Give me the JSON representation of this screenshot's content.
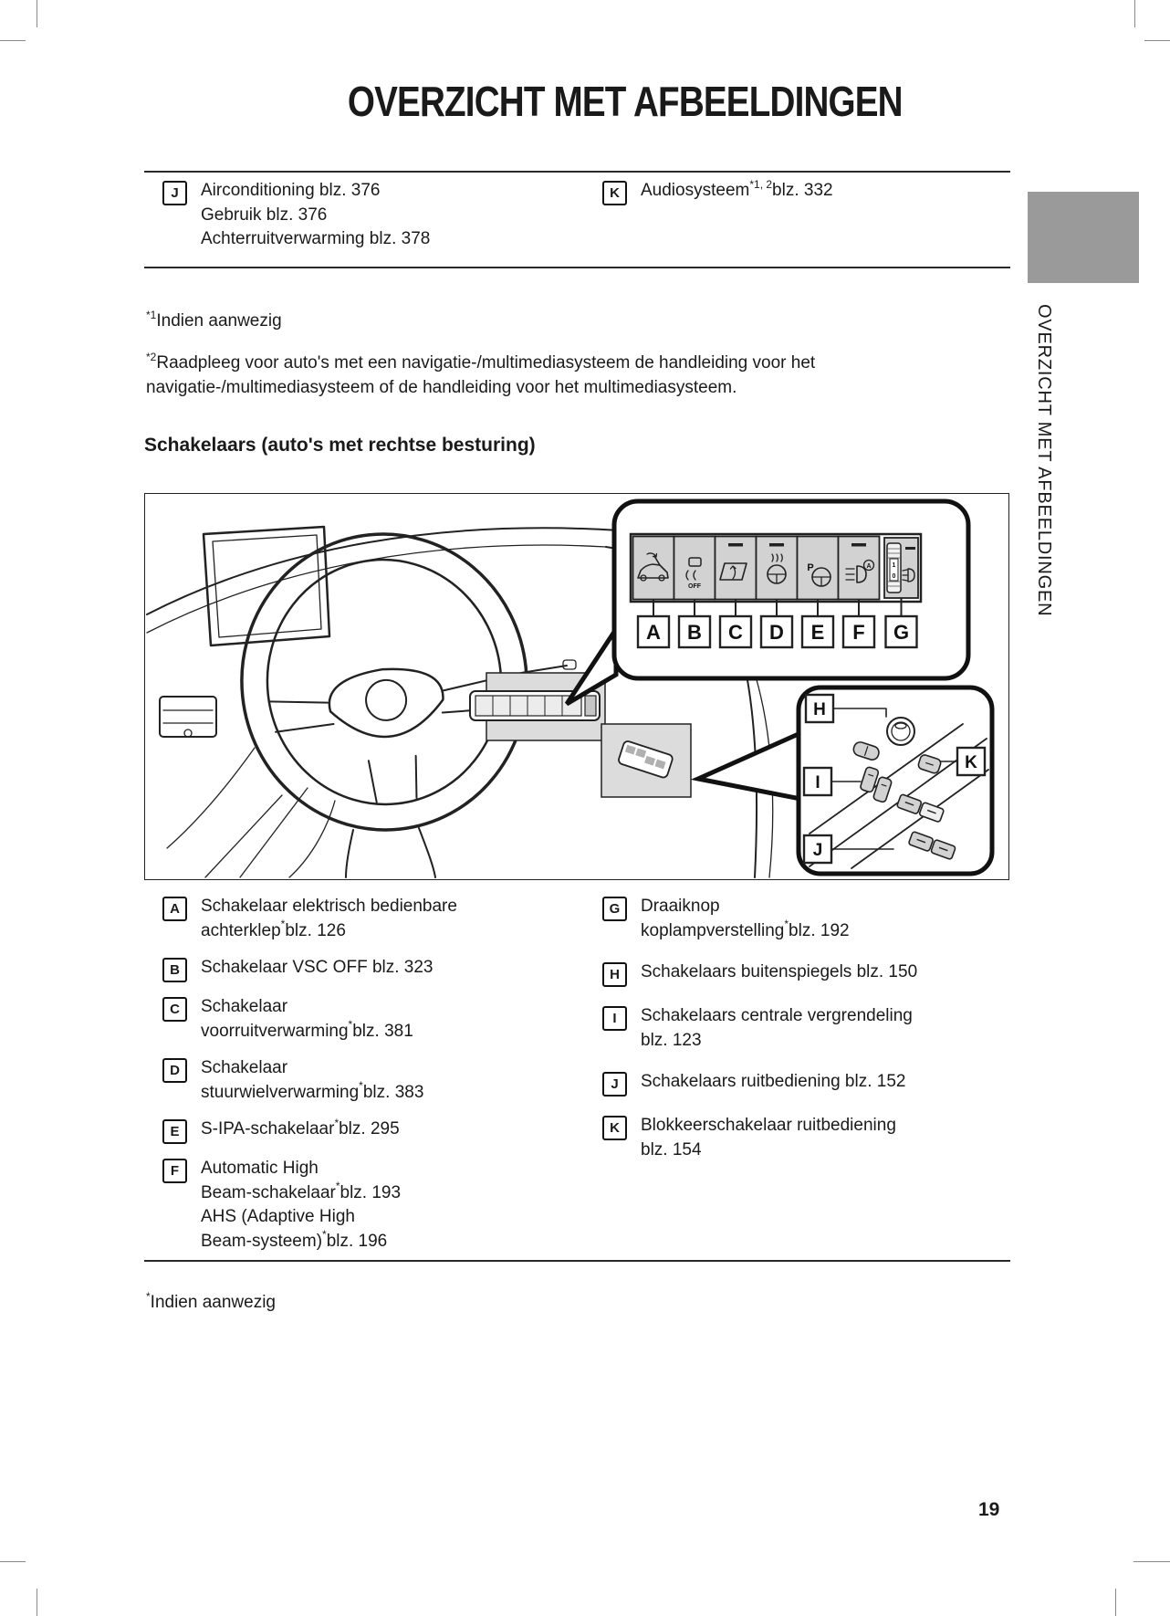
{
  "page": {
    "title": "OVERZICHT MET AFBEELDINGEN",
    "sidebar_text": "OVERZICHT MET AFBEELDINGEN",
    "section_heading": "Schakelaars (auto's met rechtse besturing)",
    "page_number": "19"
  },
  "top_items": [
    {
      "label": "J",
      "lines": [
        [
          {
            "t": "Airconditioning blz. 376"
          }
        ],
        [
          {
            "t": "Gebruik blz. 376"
          }
        ],
        [
          {
            "t": "Achterruitverwarming blz. 378"
          }
        ]
      ]
    },
    {
      "label": "K",
      "lines": [
        [
          {
            "t": "Audiosysteem"
          },
          {
            "sup": "*1, 2"
          },
          {
            "t": "blz. 332"
          }
        ]
      ]
    }
  ],
  "footnotes": [
    {
      "sup": "*1",
      "lines": [
        "Indien aanwezig"
      ]
    },
    {
      "sup": "*2",
      "lines": [
        "Raadpleeg voor auto's met een navigatie-/multimediasysteem de handleiding voor het",
        "navigatie-/multimediasysteem of de handleiding voor het multimediasysteem."
      ]
    }
  ],
  "bottom_footnote": {
    "sup": "*",
    "text": "Indien aanwezig"
  },
  "legend": {
    "left": [
      {
        "label": "A",
        "lines": [
          [
            {
              "t": "Schakelaar elektrisch bedienbare"
            }
          ],
          [
            {
              "t": "achterklep"
            },
            {
              "sup": "*"
            },
            {
              "t": "blz. 126"
            }
          ]
        ]
      },
      {
        "label": "B",
        "lines": [
          [
            {
              "t": "Schakelaar VSC OFF blz. 323"
            }
          ]
        ]
      },
      {
        "label": "C",
        "lines": [
          [
            {
              "t": "Schakelaar"
            }
          ],
          [
            {
              "t": "voorruitverwarming"
            },
            {
              "sup": "*"
            },
            {
              "t": "blz. 381"
            }
          ]
        ]
      },
      {
        "label": "D",
        "lines": [
          [
            {
              "t": "Schakelaar"
            }
          ],
          [
            {
              "t": "stuurwielverwarming"
            },
            {
              "sup": "*"
            },
            {
              "t": "blz. 383"
            }
          ]
        ]
      },
      {
        "label": "E",
        "lines": [
          [
            {
              "t": "S-IPA-schakelaar"
            },
            {
              "sup": "*"
            },
            {
              "t": "blz. 295"
            }
          ]
        ]
      },
      {
        "label": "F",
        "lines": [
          [
            {
              "t": "Automatic High"
            }
          ],
          [
            {
              "t": "Beam-schakelaar"
            },
            {
              "sup": "*"
            },
            {
              "t": "blz. 193"
            }
          ],
          [
            {
              "t": "AHS (Adaptive High"
            }
          ],
          [
            {
              "t": "Beam-systeem)"
            },
            {
              "sup": "*"
            },
            {
              "t": "blz. 196"
            }
          ]
        ]
      }
    ],
    "right": [
      {
        "label": "G",
        "lines": [
          [
            {
              "t": "Draaiknop"
            }
          ],
          [
            {
              "t": "koplampverstelling"
            },
            {
              "sup": "*"
            },
            {
              "t": "blz. 192"
            }
          ]
        ]
      },
      {
        "label": "H",
        "lines": [
          [
            {
              "t": "Schakelaars buitenspiegels blz. 150"
            }
          ]
        ]
      },
      {
        "label": "I",
        "lines": [
          [
            {
              "t": "Schakelaars centrale vergrendeling"
            }
          ],
          [
            {
              "t": "blz. 123"
            }
          ]
        ]
      },
      {
        "label": "J",
        "lines": [
          [
            {
              "t": "Schakelaars ruitbediening blz. 152"
            }
          ]
        ]
      },
      {
        "label": "K",
        "lines": [
          [
            {
              "t": "Blokkeerschakelaar ruitbediening"
            }
          ],
          [
            {
              "t": "blz. 154"
            }
          ]
        ]
      }
    ]
  },
  "diagram": {
    "caption_labels": [
      "A",
      "B",
      "C",
      "D",
      "E",
      "F",
      "G"
    ],
    "side_labels": {
      "H": "H",
      "I": "I",
      "J": "J",
      "K": "K"
    },
    "icon_text": {
      "vsc_off": "OFF",
      "park": "P",
      "auto": "A",
      "wheel_1": "1",
      "wheel_0": "0"
    },
    "icons": [
      "power-back-door-icon",
      "vsc-off-icon",
      "windshield-defroster-icon",
      "steering-wheel-heater-icon",
      "parking-assist-icon",
      "auto-high-beam-icon",
      "headlight-leveling-dial-icon"
    ]
  },
  "colors": {
    "tab_gray": "#9a9a9a",
    "switch_gray": "#d2d2d2",
    "highlight_gray": "#dcdcdc",
    "ink": "#1a1a1a"
  }
}
